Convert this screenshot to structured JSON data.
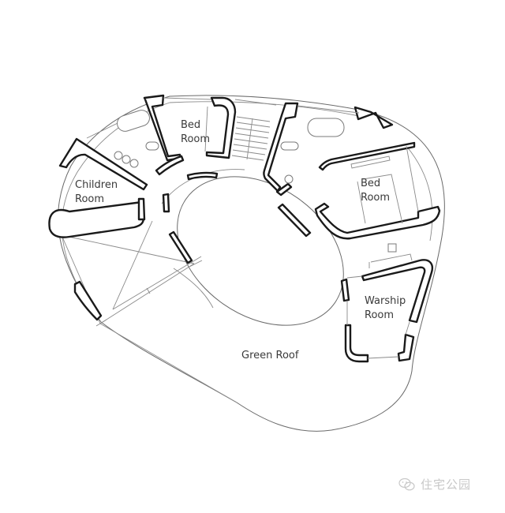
{
  "diagram": {
    "type": "architectural-floor-plan",
    "rooms": [
      {
        "id": "children-room",
        "line1": "Children",
        "line2": "Room"
      },
      {
        "id": "bed-room-1",
        "line1": "Bed",
        "line2": "Room"
      },
      {
        "id": "bed-room-2",
        "line1": "Bed",
        "line2": "Room"
      },
      {
        "id": "warship-room",
        "line1": "Warship",
        "line2": "Room"
      },
      {
        "id": "green-roof",
        "line1": "Green Roof"
      }
    ],
    "elements": [
      "outer-curved-boundary",
      "central-elliptical-courtyard",
      "staircase",
      "bathtubs",
      "construction-geometry-lines"
    ],
    "colors": {
      "line": "#1a1a1a",
      "thin_line": "#6a6a6a",
      "text": "#3a3a3a",
      "background": "#ffffff"
    }
  },
  "watermark": {
    "icon": "wechat-icon",
    "text": "住宅公园"
  }
}
